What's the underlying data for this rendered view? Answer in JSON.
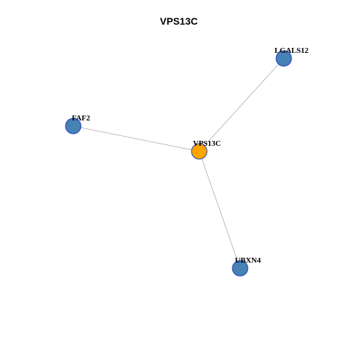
{
  "title": "VPS13C",
  "nodes": [
    {
      "id": "VPS13C",
      "label": "VPS13C",
      "role": "center",
      "color": "#ffa500"
    },
    {
      "id": "LGALS12",
      "label": "LGALS12",
      "role": "neighbor",
      "color": "#4682b4"
    },
    {
      "id": "FAF2",
      "label": "FAF2",
      "role": "neighbor",
      "color": "#4682b4"
    },
    {
      "id": "UBXN4",
      "label": "UBXN4",
      "role": "neighbor",
      "color": "#4682b4"
    }
  ],
  "edges": [
    {
      "source": "VPS13C",
      "target": "LGALS12"
    },
    {
      "source": "VPS13C",
      "target": "FAF2"
    },
    {
      "source": "VPS13C",
      "target": "UBXN4"
    }
  ],
  "colors": {
    "edge": "#a9a9a9",
    "node_border": "#1f3fbf"
  }
}
